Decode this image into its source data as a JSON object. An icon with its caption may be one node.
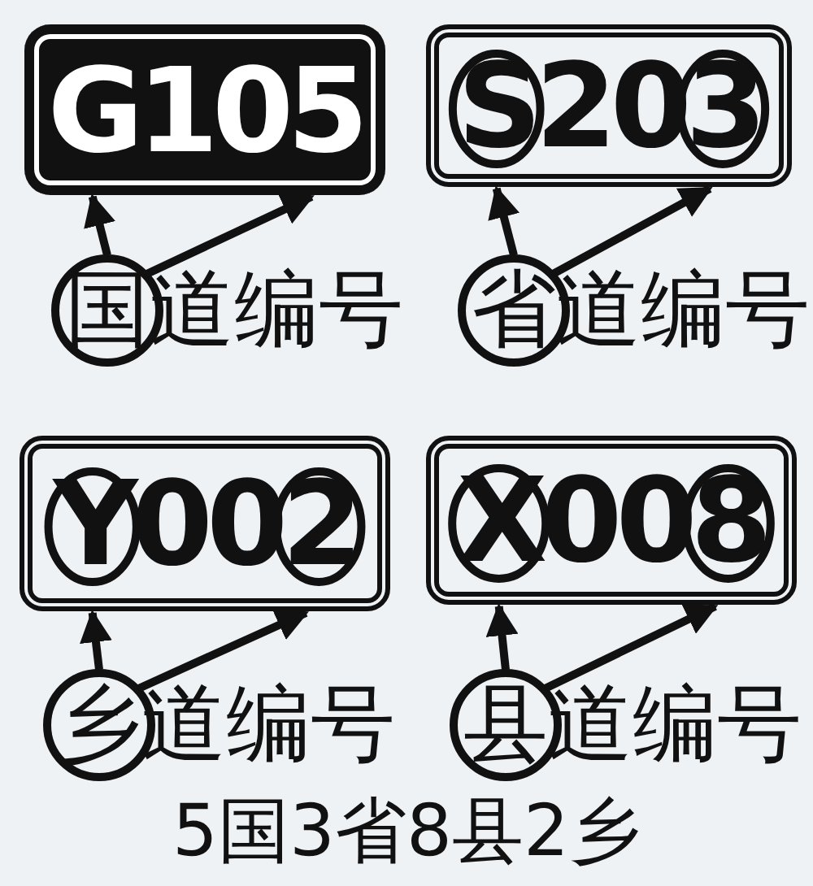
{
  "diagram": {
    "nodes": [
      {
        "text": [
          "G105"
        ]
      },
      {
        "text": [
          "国道编号"
        ]
      },
      {
        "text": [
          "S203"
        ]
      },
      {
        "text": [
          "省道编号"
        ]
      },
      {
        "text": [
          "Y002"
        ]
      },
      {
        "text": [
          "乡道编号"
        ]
      },
      {
        "text": [
          "X008"
        ]
      },
      {
        "text": [
          "县道编号"
        ]
      }
    ],
    "edges": [
      {
        "from": 1,
        "to": 0,
        "arrow": "to"
      },
      {
        "from": 1,
        "to": 0,
        "arrow": "to"
      },
      {
        "from": 3,
        "to": 2,
        "arrow": "to"
      },
      {
        "from": 3,
        "to": 2,
        "arrow": "to"
      },
      {
        "from": 5,
        "to": 4,
        "arrow": "to"
      },
      {
        "from": 5,
        "to": 4,
        "arrow": "to"
      },
      {
        "from": 7,
        "to": 6,
        "arrow": "to"
      },
      {
        "from": 7,
        "to": 6,
        "arrow": "to"
      }
    ],
    "labels": [
      "5国3省8县2乡"
    ]
  }
}
